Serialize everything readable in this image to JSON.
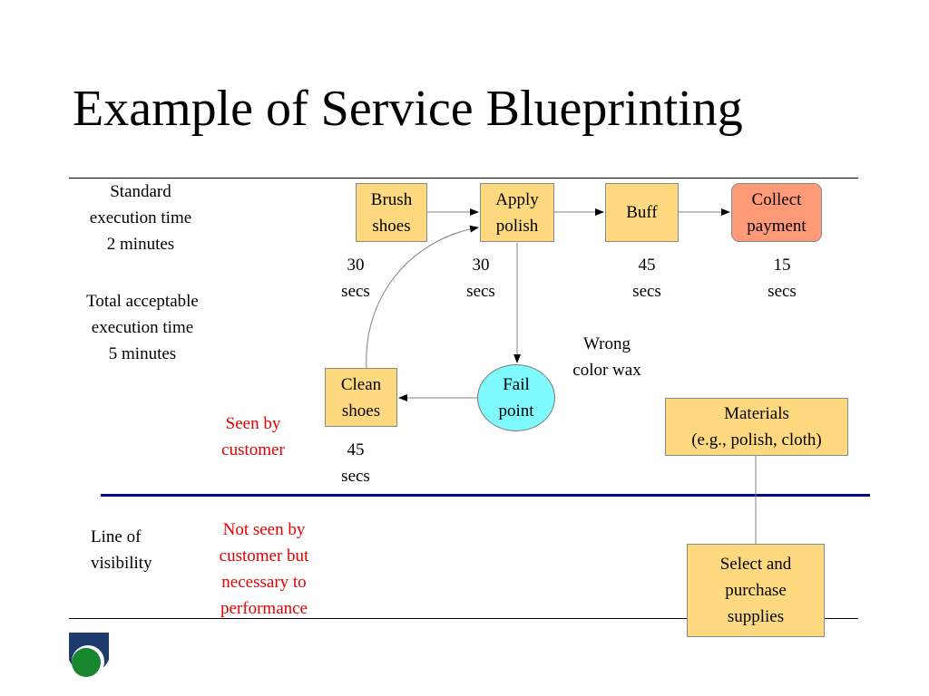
{
  "title": "Example of Service Blueprinting",
  "left_notes": {
    "standard": [
      "Standard",
      "execution time",
      "2 minutes"
    ],
    "total": [
      "Total acceptable",
      "execution time",
      "5 minutes"
    ]
  },
  "visibility_label": [
    "Line of",
    "visibility"
  ],
  "seen_by_customer": [
    "Seen by",
    "customer"
  ],
  "not_seen_by_customer": [
    "Not seen by",
    "customer but",
    "necessary to",
    "performance"
  ],
  "steps": {
    "brush": [
      "Brush",
      "shoes"
    ],
    "apply": [
      "Apply",
      "polish"
    ],
    "buff": [
      "Buff"
    ],
    "collect": [
      "Collect",
      "payment"
    ],
    "clean": [
      "Clean",
      "shoes"
    ],
    "fail": [
      "Fail",
      "point"
    ],
    "materials": [
      "Materials",
      "(e.g., polish, cloth)"
    ],
    "select": [
      "Select and",
      "purchase",
      "supplies"
    ]
  },
  "times": {
    "brush": [
      "30",
      "secs"
    ],
    "apply": [
      "30",
      "secs"
    ],
    "buff": [
      "45",
      "secs"
    ],
    "collect": [
      "15",
      "secs"
    ],
    "clean": [
      "45",
      "secs"
    ]
  },
  "fail_note": [
    "Wrong",
    "color wax"
  ],
  "colors": {
    "step_fill": "#ffd97f",
    "payment_fill": "#ff9a78",
    "fail_fill": "#7ffaff",
    "visibility_line": "#00008b",
    "red_text": "#e60000"
  },
  "icons": {
    "logo": "company-logo-icon"
  }
}
